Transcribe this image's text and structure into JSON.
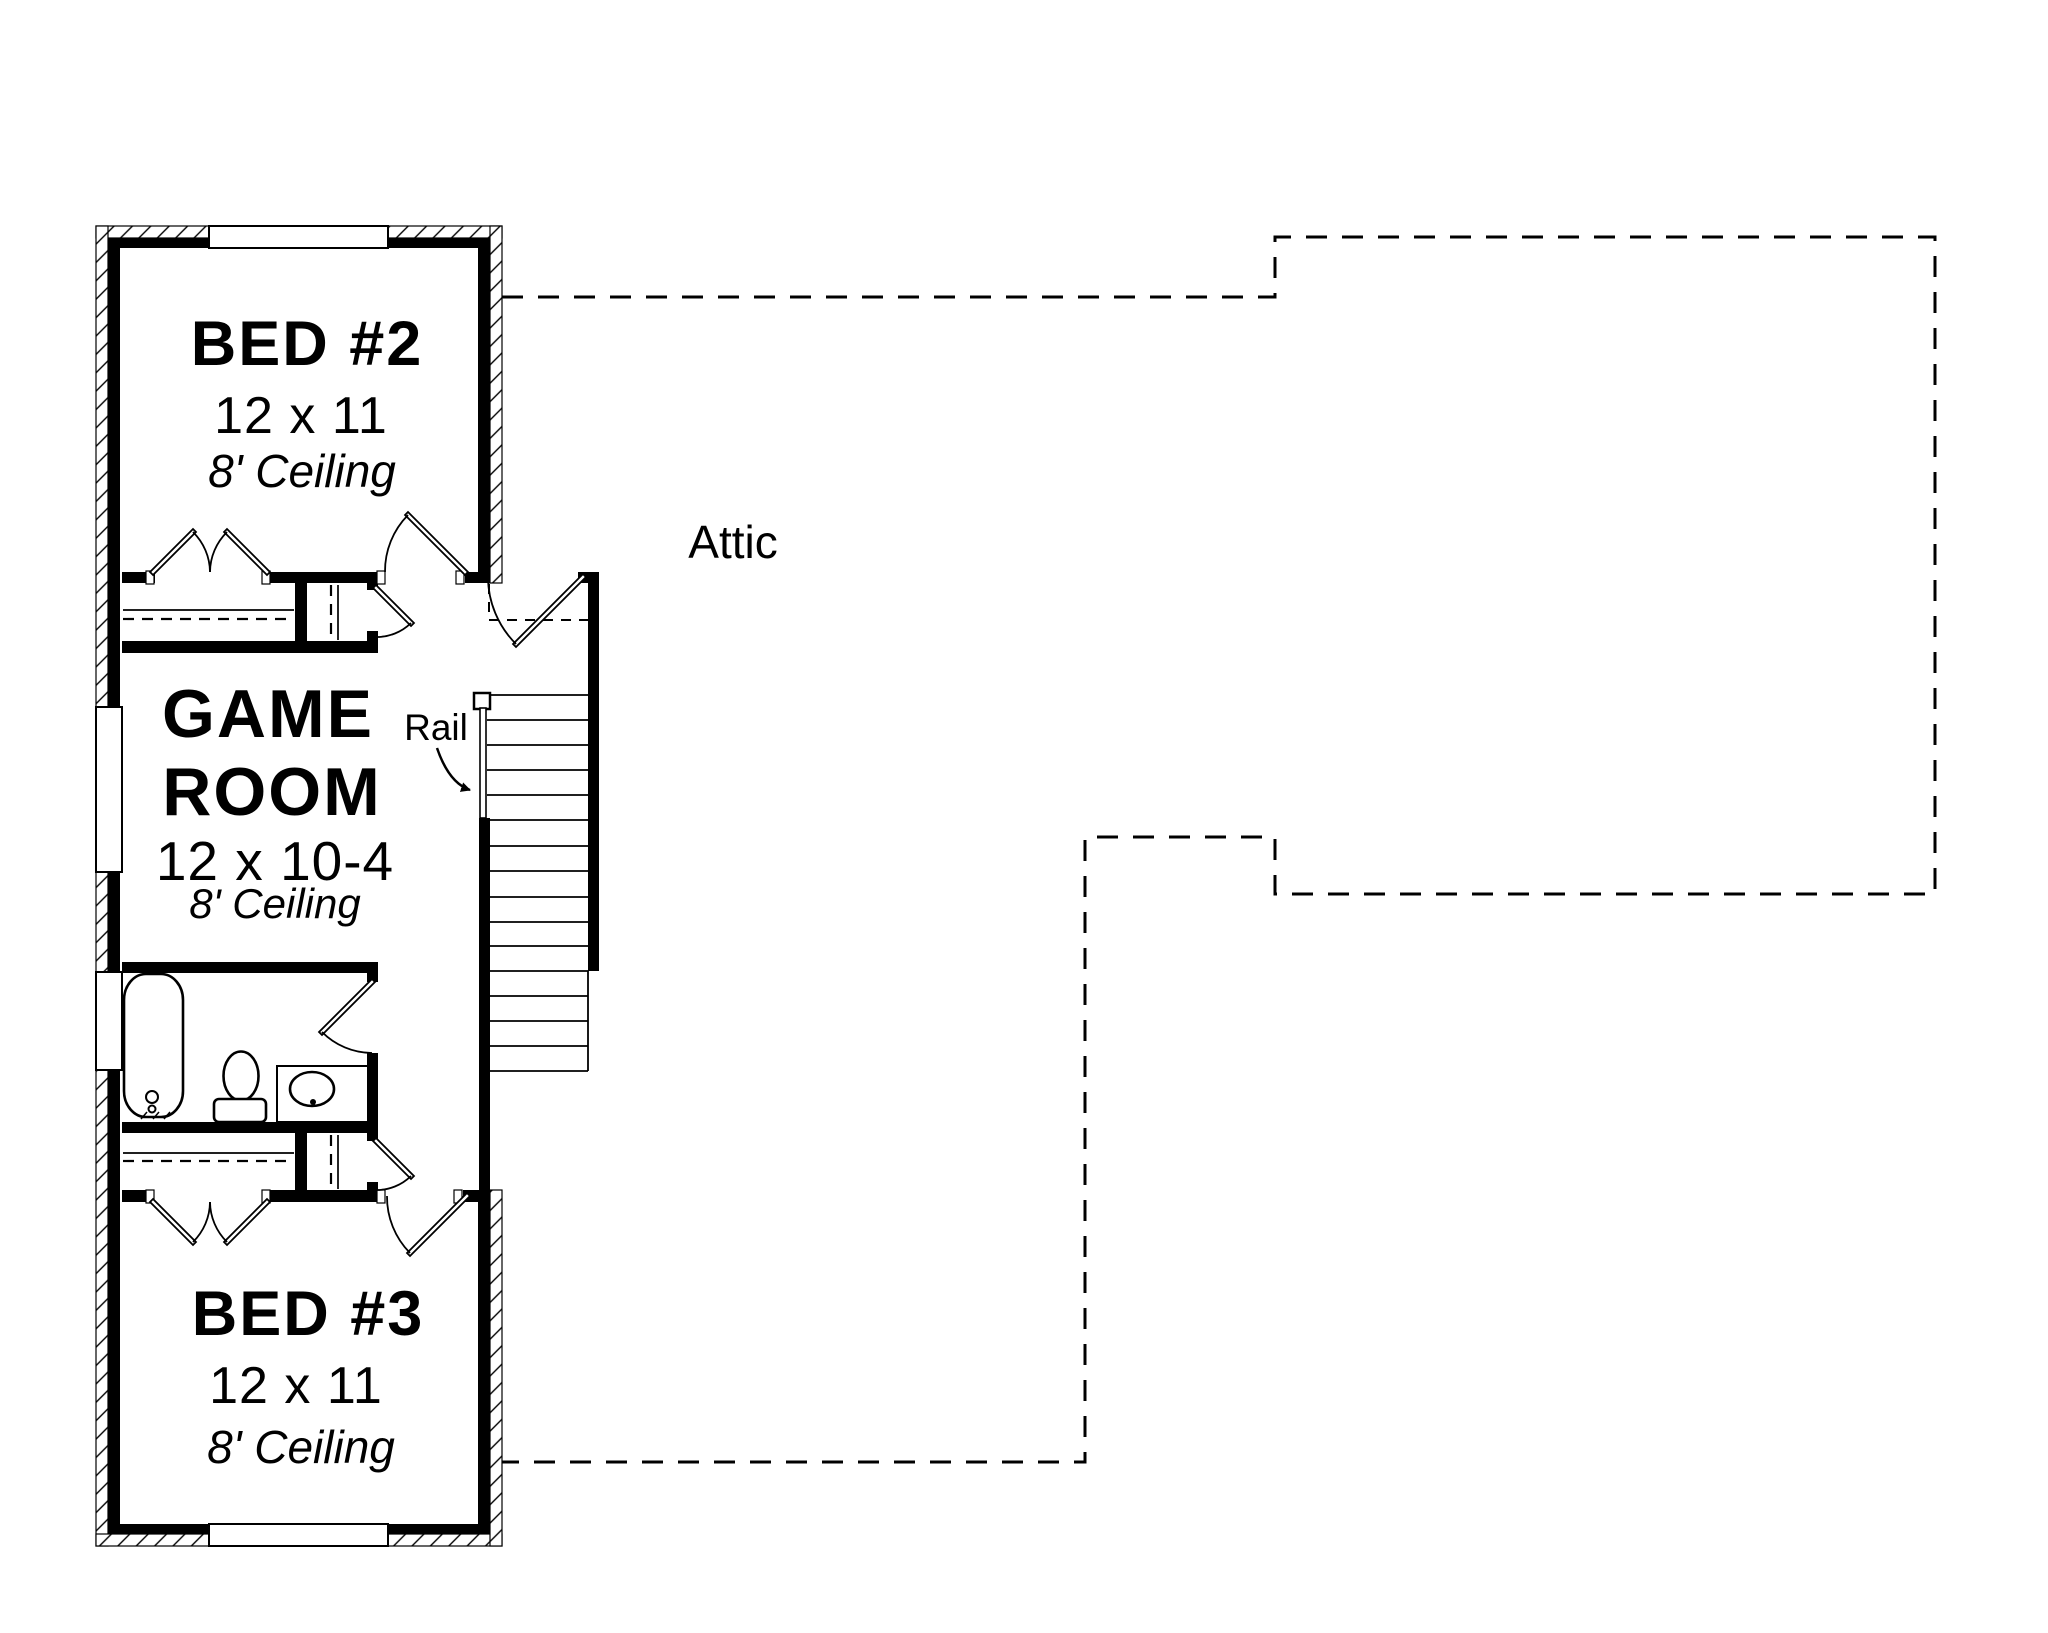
{
  "colors": {
    "background": "#ffffff",
    "line": "#000000"
  },
  "rooms": {
    "bed2": {
      "name": "BED #2",
      "dimensions": "12 x 11",
      "ceiling": "8' Ceiling"
    },
    "game_room": {
      "name_line1": "GAME",
      "name_line2": "ROOM",
      "dimensions": "12 x 10-4",
      "ceiling": "8' Ceiling"
    },
    "bed3": {
      "name": "BED #3",
      "dimensions": "12 x 11",
      "ceiling": "8' Ceiling"
    }
  },
  "labels": {
    "attic": "Attic",
    "rail": "Rail"
  }
}
